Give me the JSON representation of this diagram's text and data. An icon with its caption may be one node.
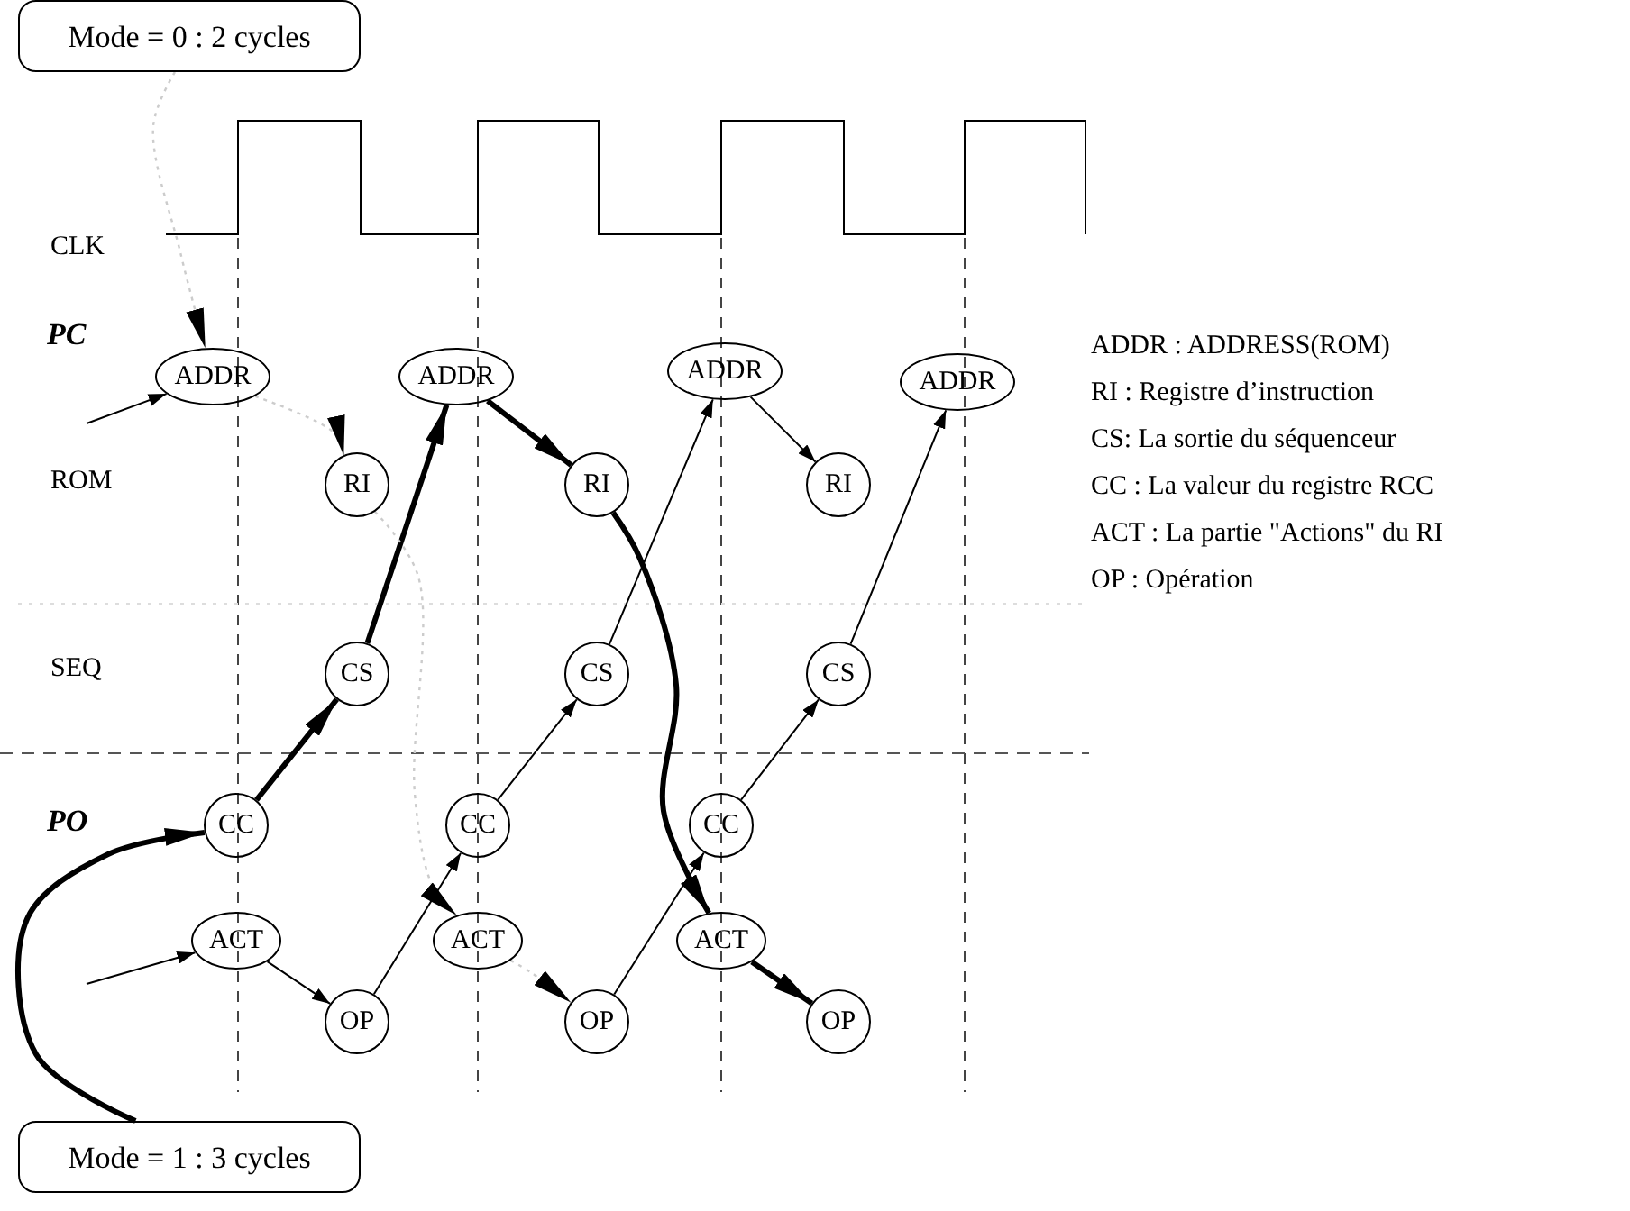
{
  "diagram": {
    "nodes": [
      {
        "text": [
          "Mode = 0 : 2 cycles"
        ]
      },
      {
        "text": [
          "Mode = 1 : 3 cycles"
        ]
      },
      {
        "text": [
          "ADDR"
        ]
      },
      {
        "text": [
          "ADDR"
        ]
      },
      {
        "text": [
          "ADDR"
        ]
      },
      {
        "text": [
          "ADDR"
        ]
      },
      {
        "text": [
          "RI"
        ]
      },
      {
        "text": [
          "RI"
        ]
      },
      {
        "text": [
          "RI"
        ]
      },
      {
        "text": [
          "CS"
        ]
      },
      {
        "text": [
          "CS"
        ]
      },
      {
        "text": [
          "CS"
        ]
      },
      {
        "text": [
          "CC"
        ]
      },
      {
        "text": [
          "CC"
        ]
      },
      {
        "text": [
          "CC"
        ]
      },
      {
        "text": [
          "ACT"
        ]
      },
      {
        "text": [
          "ACT"
        ]
      },
      {
        "text": [
          "ACT"
        ]
      },
      {
        "text": [
          "OP"
        ]
      },
      {
        "text": [
          "OP"
        ]
      },
      {
        "text": [
          "OP"
        ]
      }
    ],
    "edges": [
      {
        "from": 0,
        "to": 2,
        "arrow": "to",
        "style": "dashed",
        "color": "#cccccc"
      },
      {
        "from": null,
        "to": 2,
        "arrow": "to"
      },
      {
        "from": 2,
        "to": 6,
        "arrow": "to",
        "style": "dashed",
        "color": "#cccccc"
      },
      {
        "from": 12,
        "to": 9,
        "arrow": "to",
        "style": "thick"
      },
      {
        "from": 9,
        "to": 3,
        "arrow": "to",
        "style": "thick"
      },
      {
        "from": 1,
        "to": 12,
        "arrow": "to",
        "style": "thick"
      },
      {
        "from": null,
        "to": 15,
        "arrow": "to"
      },
      {
        "from": 15,
        "to": 18,
        "arrow": "to"
      },
      {
        "from": 18,
        "to": 13,
        "arrow": "to"
      },
      {
        "from": 6,
        "to": 16,
        "arrow": "to",
        "style": "dashed",
        "color": "#cccccc"
      },
      {
        "from": 16,
        "to": 19,
        "arrow": "to",
        "style": "dashed",
        "color": "#cccccc"
      },
      {
        "from": 3,
        "to": 7,
        "arrow": "to",
        "style": "thick"
      },
      {
        "from": 13,
        "to": 10,
        "arrow": "to"
      },
      {
        "from": 10,
        "to": 4,
        "arrow": "to"
      },
      {
        "from": 7,
        "to": 17,
        "arrow": "to",
        "style": "thick"
      },
      {
        "from": 19,
        "to": 14,
        "arrow": "to"
      },
      {
        "from": 4,
        "to": 8,
        "arrow": "to"
      },
      {
        "from": 14,
        "to": 11,
        "arrow": "to"
      },
      {
        "from": 11,
        "to": 5,
        "arrow": "to"
      },
      {
        "from": 17,
        "to": 20,
        "arrow": "to",
        "style": "thick"
      }
    ],
    "labels": [
      "CLK",
      "PC",
      "ROM",
      "SEQ",
      "PO",
      "ADDR : ADDRESS(ROM)",
      "RI : Registre d’instruction",
      "CS: La sortie du séquenceur",
      "CC : La valeur du registre RCC",
      "ACT : La partie \"Actions\" du RI",
      "OP : Opération"
    ]
  }
}
